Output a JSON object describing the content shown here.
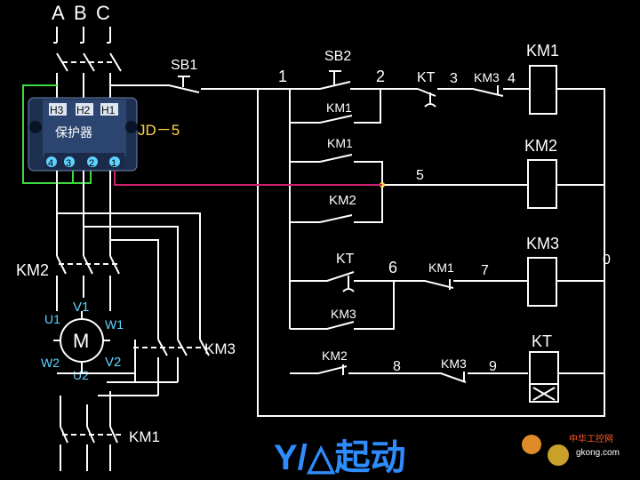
{
  "phases": [
    "A",
    "B",
    "C"
  ],
  "relay": {
    "terminals_top": [
      "H3",
      "H2",
      "H1"
    ],
    "name": "保护器",
    "terminals_bottom": [
      "4",
      "3",
      "2",
      "1"
    ],
    "model": "JD－5"
  },
  "motor": {
    "symbol": "M",
    "terminals": {
      "u1": "U1",
      "v1": "V1",
      "w1": "W1",
      "w2": "W2",
      "v2": "V2",
      "u2": "U2"
    }
  },
  "power_contactors": {
    "km2": "KM2",
    "km3": "KM3",
    "km1": "KM1"
  },
  "control": {
    "sb1": "SB1",
    "sb2": "SB2",
    "nodes": {
      "n1": "1",
      "n2": "2",
      "n3": "3",
      "n4": "4",
      "n5": "5",
      "n6": "6",
      "n7": "7",
      "n8": "8",
      "n9": "9",
      "n0": "0"
    },
    "contacts": {
      "kt_top": "KT",
      "km3_top": "KM3",
      "km1_hold": "KM1",
      "km1_b": "KM1",
      "km2_b": "KM2",
      "kt_mid": "KT",
      "km1_mid": "KM1",
      "km3_mid": "KM3",
      "km2_bot": "KM2",
      "km3_bot": "KM3"
    },
    "coils": {
      "km1": "KM1",
      "km2": "KM2",
      "km3": "KM3",
      "kt": "KT"
    }
  },
  "title": "Y/△起动",
  "watermark": {
    "cn": "中华工控网",
    "url": "gkong.com"
  },
  "colors": {
    "wire": "#ffffff",
    "relay_link": "#d0206a",
    "relay_wire": "#3ddc3d",
    "model_label": "#ffd84a",
    "terminal_label": "#5fd3ff",
    "title": "#2e8cff"
  }
}
